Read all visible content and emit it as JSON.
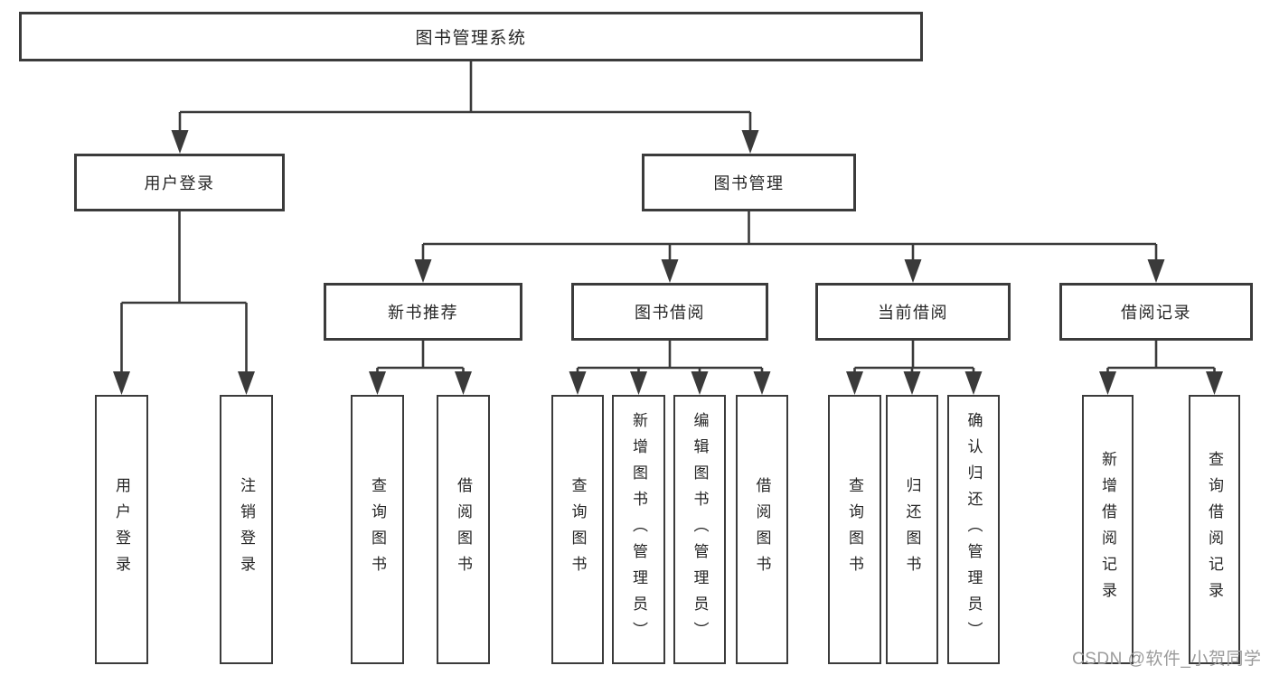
{
  "diagram": {
    "title": "图书管理系统",
    "root": {
      "label": "图书管理系统"
    },
    "level2": [
      {
        "id": "user-login",
        "label": "用户登录"
      },
      {
        "id": "book-management",
        "label": "图书管理"
      }
    ],
    "level3": [
      {
        "id": "new-book-recommend",
        "parent": "图书管理",
        "label": "新书推荐"
      },
      {
        "id": "book-borrow",
        "parent": "图书管理",
        "label": "图书借阅"
      },
      {
        "id": "current-borrow",
        "parent": "图书管理",
        "label": "当前借阅"
      },
      {
        "id": "borrow-records",
        "parent": "图书管理",
        "label": "借阅记录"
      }
    ],
    "leaves": [
      {
        "parent": "用户登录",
        "label": "用户登录"
      },
      {
        "parent": "用户登录",
        "label": "注销登录"
      },
      {
        "parent": "新书推荐",
        "label": "查询图书"
      },
      {
        "parent": "新书推荐",
        "label": "借阅图书"
      },
      {
        "parent": "图书借阅",
        "label": "查询图书"
      },
      {
        "parent": "图书借阅",
        "label": "新增图书（管理员）"
      },
      {
        "parent": "图书借阅",
        "label": "编辑图书（管理员）"
      },
      {
        "parent": "图书借阅",
        "label": "借阅图书"
      },
      {
        "parent": "当前借阅",
        "label": "查询图书"
      },
      {
        "parent": "当前借阅",
        "label": "归还图书"
      },
      {
        "parent": "当前借阅",
        "label": "确认归还（管理员）"
      },
      {
        "parent": "借阅记录",
        "label": "新增借阅记录"
      },
      {
        "parent": "借阅记录",
        "label": "查询借阅记录"
      }
    ]
  },
  "watermark": {
    "text": "CSDN @软件_小贺同学"
  },
  "colors": {
    "line": "#3a3a3a",
    "box_border": "#3b3b3b",
    "text": "#262626",
    "watermark": "#9b9b9b",
    "background": "#ffffff"
  }
}
